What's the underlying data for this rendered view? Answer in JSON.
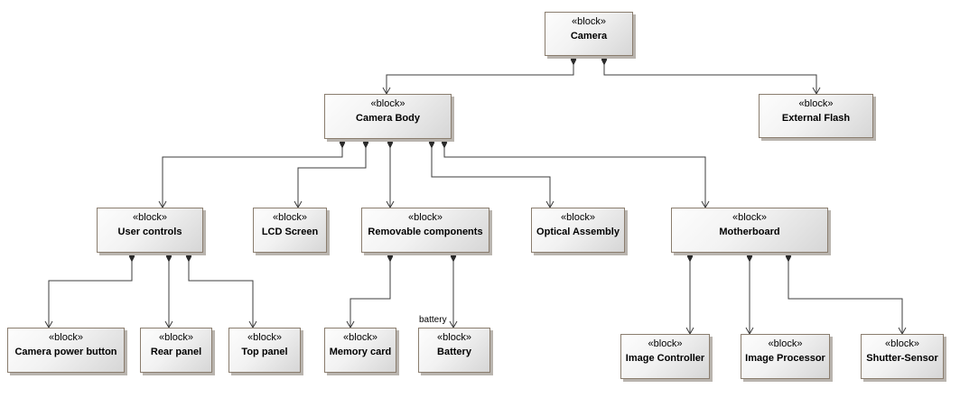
{
  "diagram": {
    "stereotype": "«block»",
    "blocks": {
      "camera": "Camera",
      "camera_body": "Camera Body",
      "external_flash": "External Flash",
      "user_controls": "User controls",
      "lcd_screen": "LCD Screen",
      "removable_components": "Removable components",
      "optical_assembly": "Optical Assembly",
      "motherboard": "Motherboard",
      "camera_power_button": "Camera power button",
      "rear_panel": "Rear panel",
      "top_panel": "Top panel",
      "memory_card": "Memory card",
      "battery": "Battery",
      "image_controller": "Image Controller",
      "image_processor": "Image Processor",
      "shutter_sensor": "Shutter-Sensor"
    },
    "role_labels": {
      "battery": "battery"
    },
    "line_color": "#3c3c3c",
    "border_color": "#8a7d6e"
  }
}
